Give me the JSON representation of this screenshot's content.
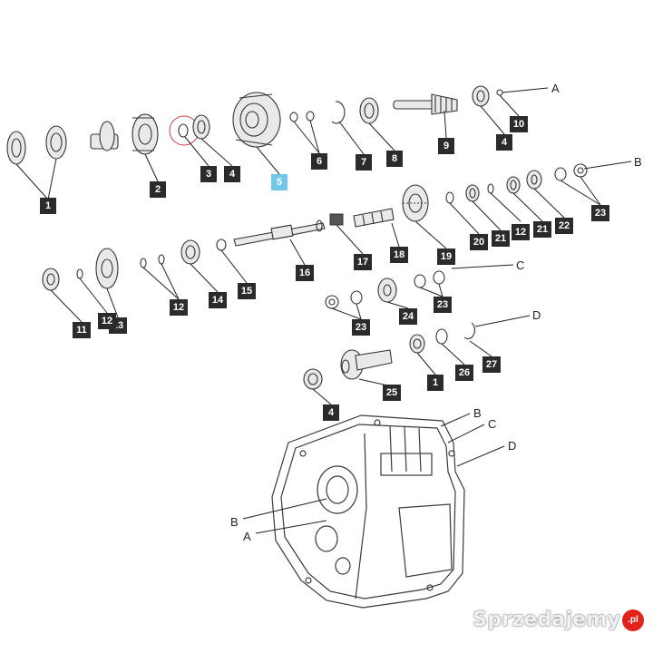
{
  "diagram": {
    "part_labels": {
      "p1a": "1",
      "p2": "2",
      "p3": "3",
      "p4a": "4",
      "p5": "5",
      "p6": "6",
      "p7": "7",
      "p8": "8",
      "p9": "9",
      "p4b": "4",
      "p10": "10",
      "p23a": "23",
      "p22": "22",
      "p21a": "21",
      "p12a": "12",
      "p21b": "21",
      "p20": "20",
      "p19": "19",
      "p18": "18",
      "p17": "17",
      "p16": "16",
      "p15": "15",
      "p14": "14",
      "p12b": "12",
      "p13": "13",
      "p12c": "12",
      "p11": "11",
      "p23b": "23",
      "p24": "24",
      "p23c": "23",
      "p27": "27",
      "p26": "26",
      "p1b": "1",
      "p25": "25",
      "p4c": "4"
    },
    "reference_letters": {
      "A_top": "A",
      "B_top": "B",
      "C_top": "C",
      "D_top": "D",
      "B_housing": "B",
      "C_housing": "C",
      "D_housing": "D",
      "B_left": "B",
      "A_left": "A"
    },
    "colors": {
      "label_bg": "#2b2b2b",
      "highlight_bg": "#6fc8e8",
      "highlight_ring": "#d23b3b"
    }
  },
  "watermark": {
    "text": "Sprzedajemy",
    "badge": ".pl"
  }
}
